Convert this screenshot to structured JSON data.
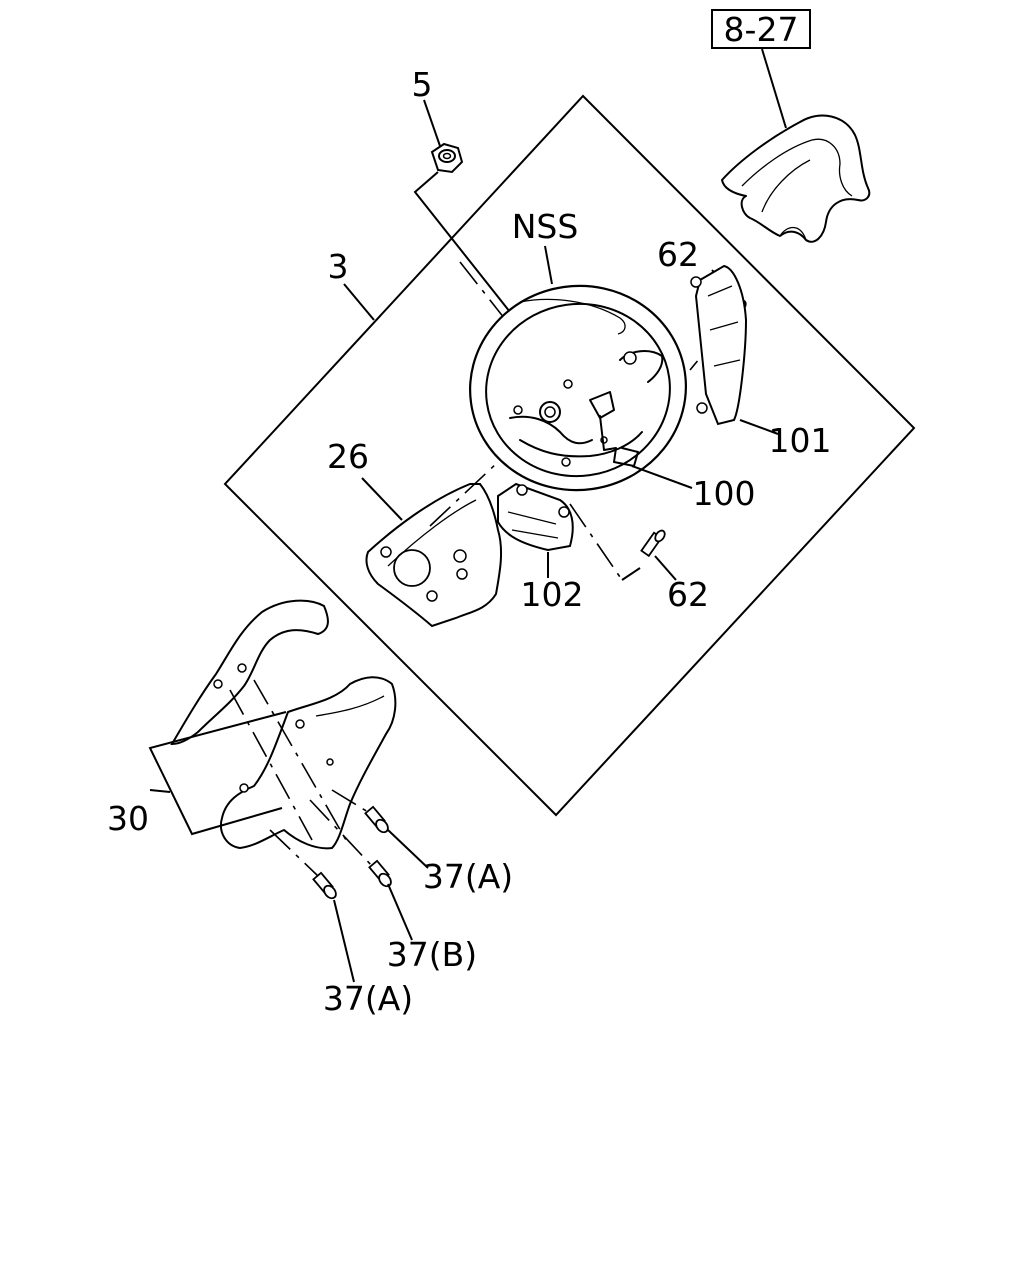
{
  "reference": {
    "label": "8-27"
  },
  "callouts": {
    "p5": "5",
    "p3": "3",
    "nss": "NSS",
    "p62_top": "62",
    "p101": "101",
    "p100": "100",
    "p26": "26",
    "p102": "102",
    "p62_bottom": "62",
    "p30": "30",
    "p37a_right": "37(A)",
    "p37b": "37(B)",
    "p37a_bottom": "37(A)"
  }
}
